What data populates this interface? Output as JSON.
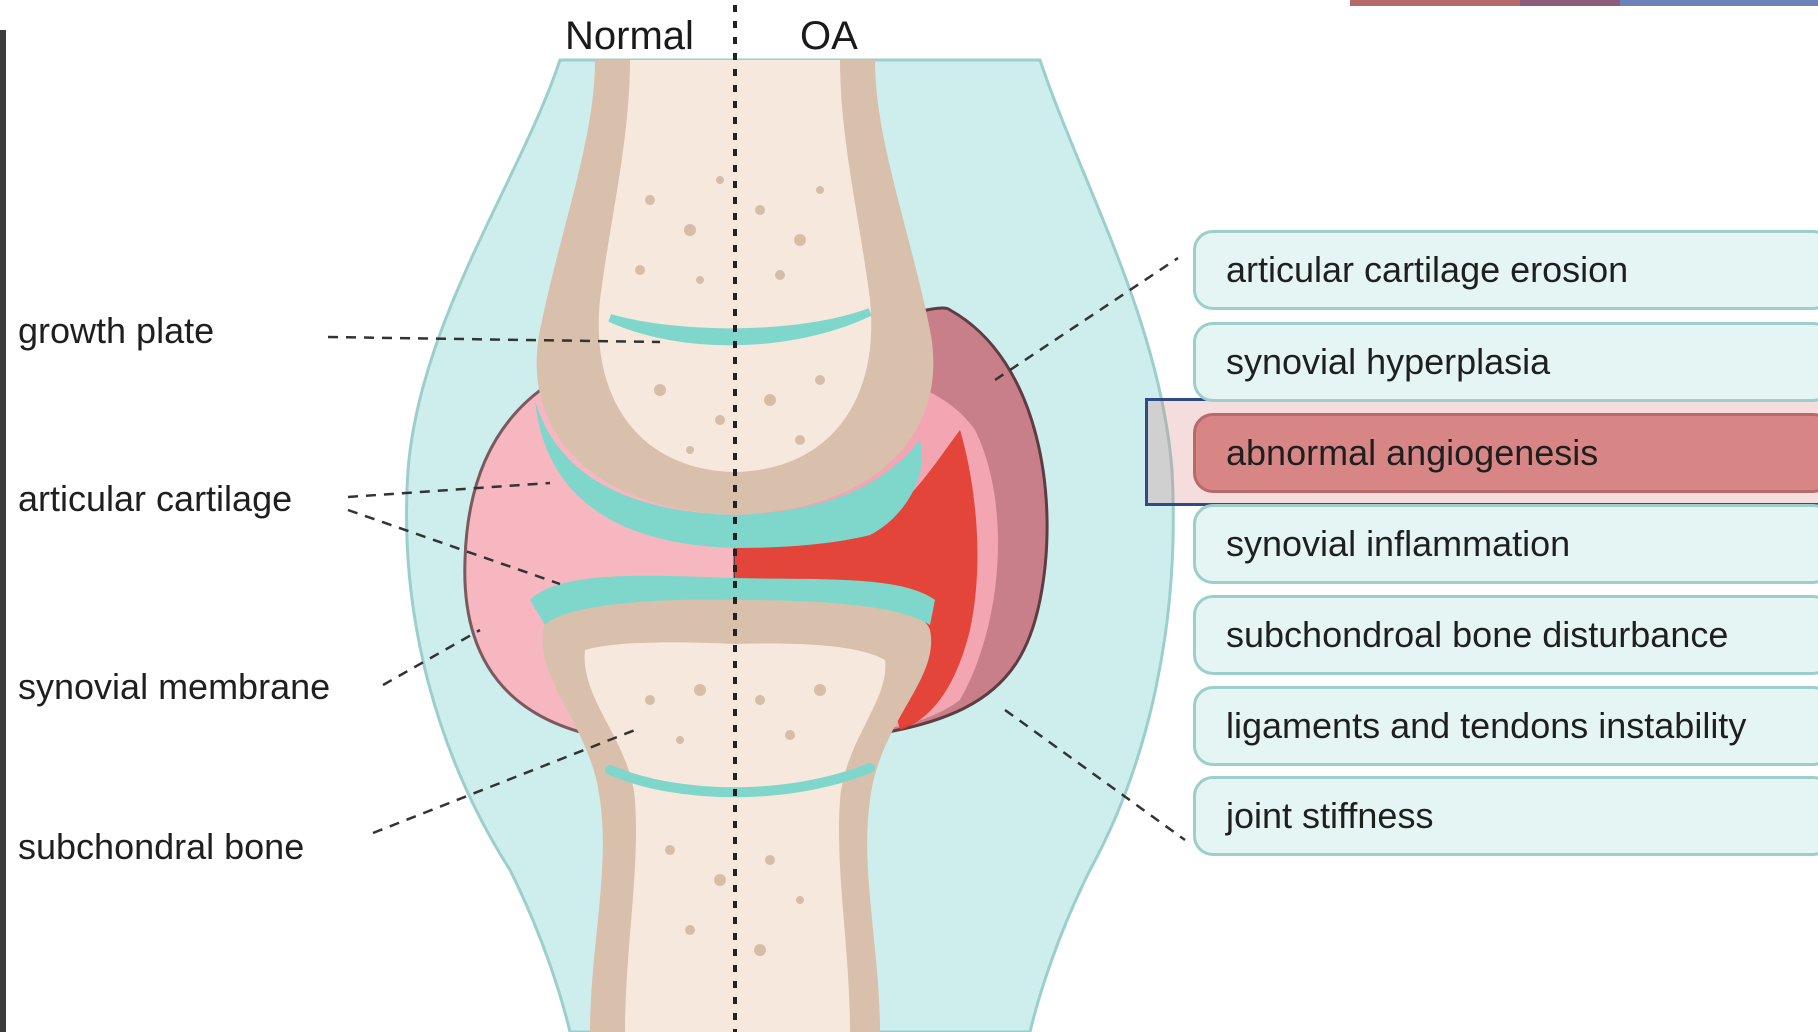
{
  "headers": {
    "normal": "Normal",
    "oa": "OA"
  },
  "left_labels": [
    "growth plate",
    "articular cartilage",
    "synovial membrane",
    "subchondral bone"
  ],
  "effects": [
    {
      "label": "articular cartilage erosion",
      "highlighted": false
    },
    {
      "label": "synovial hyperplasia",
      "highlighted": false
    },
    {
      "label": "abnormal angiogenesis",
      "highlighted": true
    },
    {
      "label": "synovial inflammation",
      "highlighted": false
    },
    {
      "label": "subchondroal bone disturbance",
      "highlighted": false
    },
    {
      "label": "ligaments and tendons instability",
      "highlighted": false
    },
    {
      "label": "joint stiffness",
      "highlighted": false
    }
  ],
  "colors": {
    "capsule": "#cdeeed",
    "bone_cortex": "#d9c0ac",
    "marrow": "#f7e8de",
    "cartilage": "#7fd7cc",
    "synovial_normal": "#f6b7c1",
    "synovial_oa": "#c97f8a",
    "inflammation": "#e23b2c",
    "highlight": "#d88585",
    "highlight_frame": "#2f4a86"
  }
}
